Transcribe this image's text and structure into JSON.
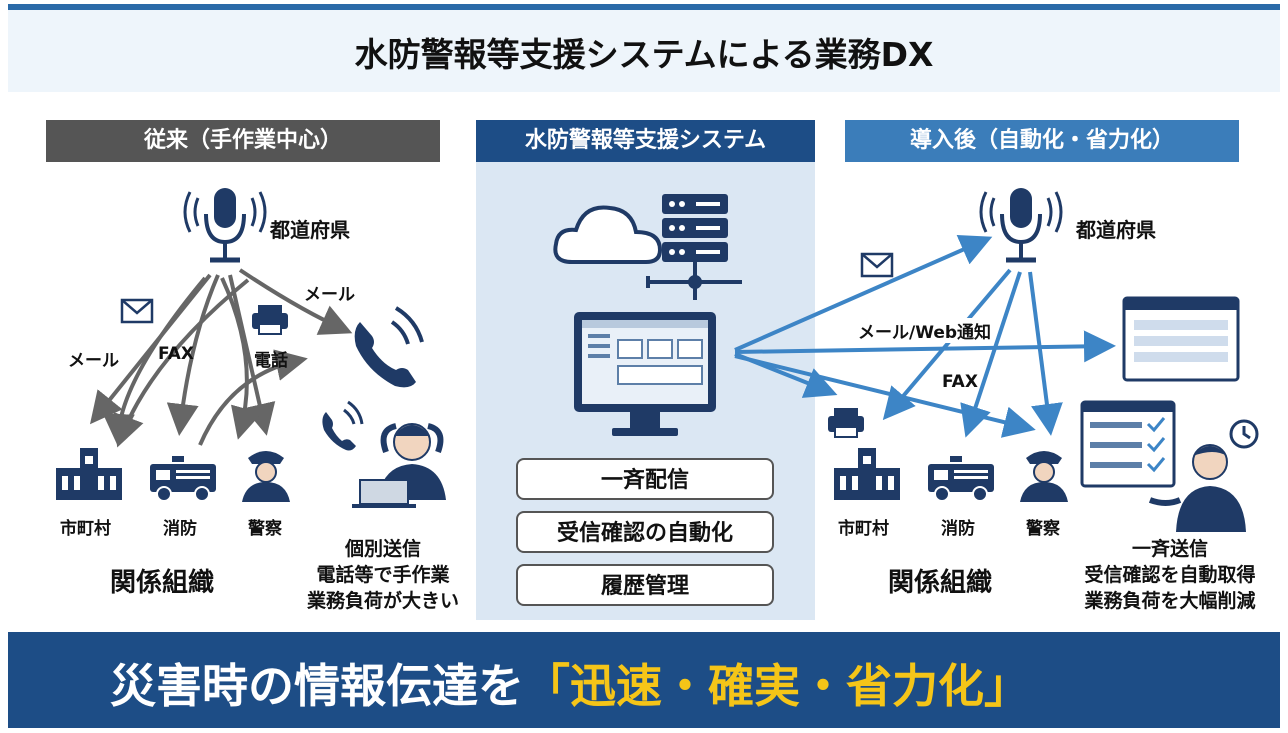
{
  "title": "水防警報等支援システムによる業務DX",
  "columns": {
    "before": "従来（手作業中心）",
    "system": "水防警報等支援システム",
    "after": "導入後（自動化・省力化）"
  },
  "left": {
    "source": "都道府県",
    "mail_label_top": "メール",
    "mail_label": "メール",
    "fax_label": "FAX",
    "phone_label": "電話",
    "org1": "市町村",
    "org2": "消防",
    "org3": "警察",
    "group": "関係組織",
    "note": [
      "個別送信",
      "電話等で手作業",
      "業務負荷が大きい"
    ]
  },
  "system": {
    "features": [
      "一斉配信",
      "受信確認の自動化",
      "履歴管理"
    ]
  },
  "right": {
    "source": "都道府県",
    "channel_label": "メール/Web通知",
    "fax_label": "FAX",
    "org1": "市町村",
    "org2": "消防",
    "org3": "警察",
    "group": "関係組織",
    "note": [
      "一斉送信",
      "受信確認を自動取得",
      "業務負荷を大幅削減"
    ]
  },
  "bottom": {
    "prefix": "災害時の情報伝達を",
    "highlight": "「迅速・確実・省力化」"
  },
  "colors": {
    "title_border": "#2a6aa8",
    "before_header": "#555555",
    "system_header": "#1d4d86",
    "after_header": "#3b7dba",
    "icon_navy": "#1f3a66",
    "arrow_gray": "#666666",
    "arrow_blue": "#3d85c6",
    "bottom_bg": "#1d4d86",
    "accent_yellow": "#f5c518"
  }
}
